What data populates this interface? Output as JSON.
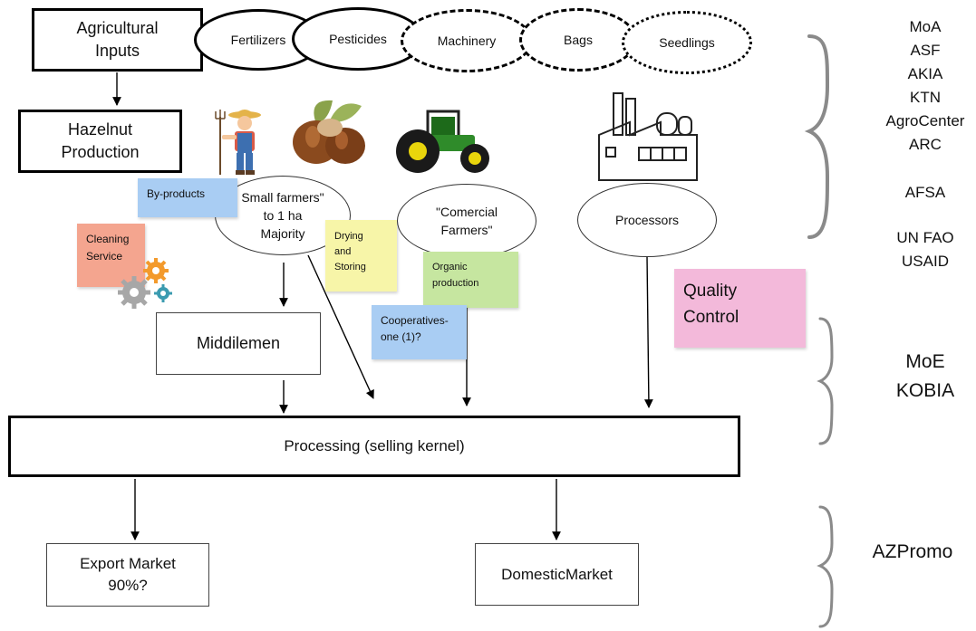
{
  "boxes": {
    "agricultural_inputs": "Agricultural\nInputs",
    "hazelnut_production": "Hazelnut\nProduction",
    "middlemen": "Middilemen",
    "processing": "Processing (selling kernel)",
    "export_market": "Export Market\n90%?",
    "domestic_market": "DomesticMarket"
  },
  "inputs": [
    "Fertilizers",
    "Pesticides",
    "Machinery",
    "Bags",
    "Seedlings"
  ],
  "actors": {
    "small_farmers": "Small farmers\"\nto 1 ha\nMajority",
    "commercial_farmers": "\"Comercial\nFarmers\"",
    "processors": "Processors"
  },
  "notes": {
    "by_products": "By-products",
    "cleaning_service": "Cleaning\nService",
    "drying_storing": "Drying\nand\nStoring",
    "organic_production": "Organic\nproduction",
    "cooperatives": "Cooperatives-\none (1)?",
    "quality_control": "Quality\nControl"
  },
  "stakeholders": {
    "production_group": "MoA\nASF\nAKIA\nKTN\nAgroCenter\nARC",
    "afsa": "AFSA",
    "donors": "UN FAO\nUSAID",
    "processing_group": "MoE\nKOBIA",
    "market_group": "AZPromo"
  },
  "colors": {
    "note_blue": "#a9cdf3",
    "note_salmon": "#f4a58f",
    "note_yellow": "#f7f5a8",
    "note_green": "#c6e6a0",
    "note_pink": "#f3b9da",
    "brace_gray": "#8a8a8a"
  },
  "icons": [
    "farmer-icon",
    "hazelnuts-icon",
    "tractor-icon",
    "factory-icon",
    "gears-icon"
  ]
}
